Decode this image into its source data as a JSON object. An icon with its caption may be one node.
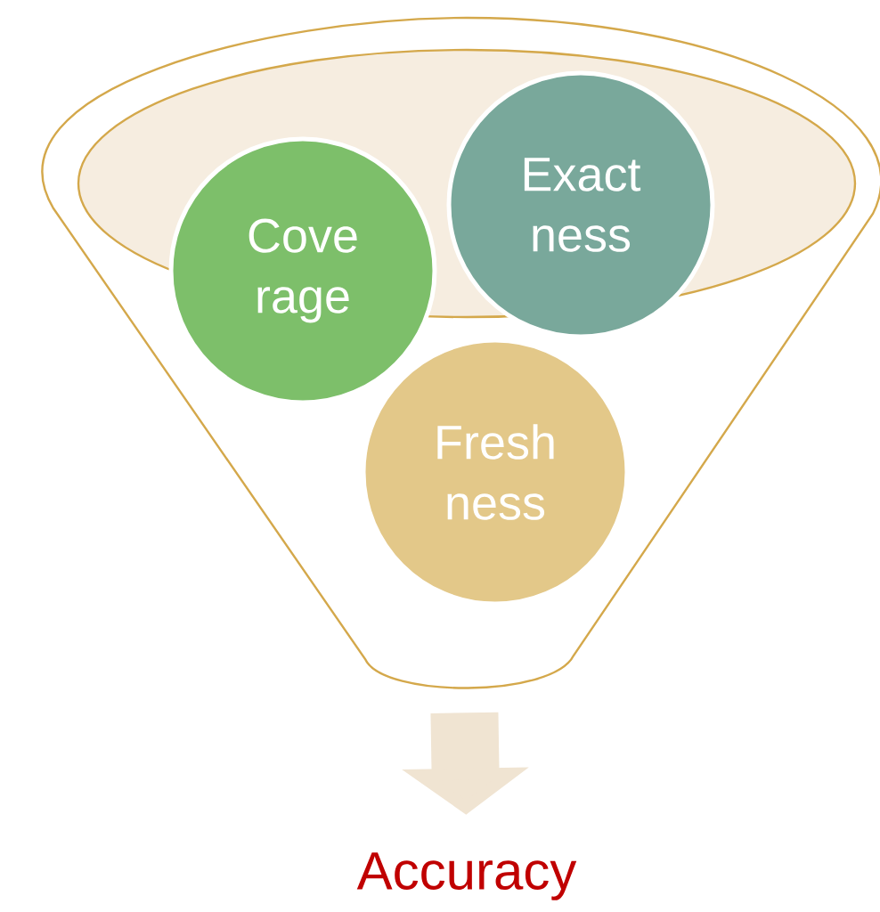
{
  "diagram": {
    "nodes": [
      {
        "text": [],
        "shape": "funnel"
      },
      {
        "text": [
          "Cove rage"
        ],
        "in": 0
      },
      {
        "text": [
          "Exact ness"
        ],
        "in": 0
      },
      {
        "text": [
          "Fresh ness"
        ],
        "in": 0
      },
      {
        "text": [
          "Accuracy"
        ]
      }
    ],
    "edges": [
      {
        "from": 0,
        "to": 4,
        "arrow": "to"
      }
    ]
  }
}
